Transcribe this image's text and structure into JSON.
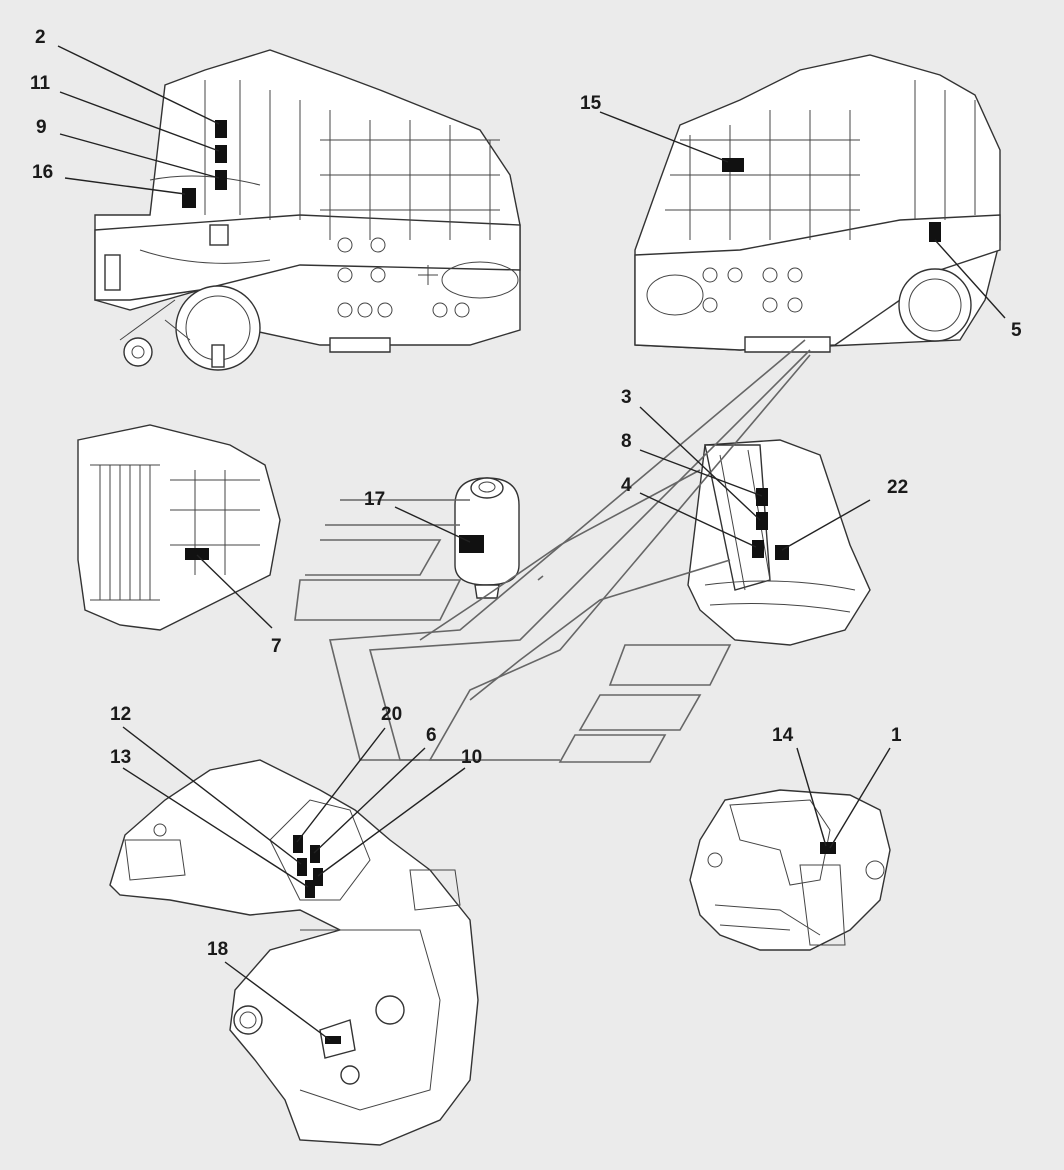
{
  "diagram": {
    "background": "#ebebeb",
    "label_color": "#1a1a1a",
    "decal_color": "#111111",
    "callouts": [
      "1",
      "2",
      "3",
      "4",
      "5",
      "6",
      "7",
      "8",
      "9",
      "10",
      "11",
      "12",
      "13",
      "14",
      "15",
      "16",
      "17",
      "18",
      "20",
      "22"
    ]
  }
}
